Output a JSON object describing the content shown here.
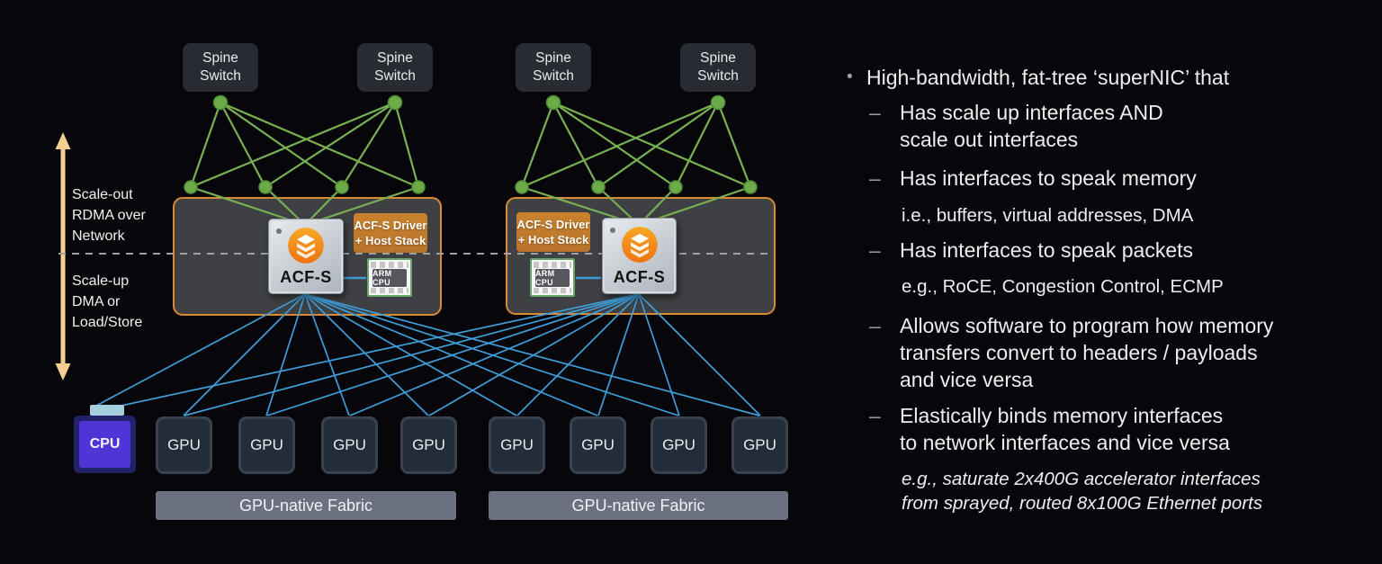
{
  "diagram": {
    "spine_switch_label": "Spine Switch",
    "scale_out_label_lines": [
      "Scale-out",
      "RDMA over",
      "Network"
    ],
    "scale_up_label_lines": [
      "Scale-up",
      "DMA or",
      "Load/Store"
    ],
    "clusters": [
      {
        "chip_label": "ACF-S",
        "driver_label_lines": [
          "ACF-S Driver",
          "+ Host Stack"
        ],
        "arm_cpu_label": "ARM CPU"
      },
      {
        "chip_label": "ACF-S",
        "driver_label_lines": [
          "ACF-S Driver",
          "+ Host Stack"
        ],
        "arm_cpu_label": "ARM CPU"
      }
    ],
    "cpu_label": "CPU",
    "gpu_labels": [
      "GPU",
      "GPU",
      "GPU",
      "GPU",
      "GPU",
      "GPU",
      "GPU",
      "GPU"
    ],
    "fabric_labels": [
      "GPU-native Fabric",
      "GPU-native Fabric"
    ],
    "colors": {
      "green_link": "#78b052",
      "blue_link": "#3f9dd8",
      "orange_border": "#d98a33",
      "driver_fill": "#c07b2f",
      "arrow_tan": "#f4ce92",
      "cpu_purple": "#5134d6",
      "fabric_gray": "#6b7180",
      "dashed_gray": "#a0a0a0"
    }
  },
  "panel": {
    "bullet_marker": "•",
    "dash_marker": "–",
    "heading": "High-bandwidth, fat-tree ‘superNIC’ that",
    "items": [
      {
        "style": "sub",
        "lines": [
          "Has scale up interfaces AND",
          "scale out interfaces"
        ]
      },
      {
        "style": "sub",
        "lines": [
          "Has interfaces to speak memory"
        ]
      },
      {
        "style": "note",
        "lines": [
          "i.e., buffers, virtual addresses, DMA"
        ]
      },
      {
        "style": "sub",
        "lines": [
          "Has interfaces to speak packets"
        ]
      },
      {
        "style": "note",
        "lines": [
          "e.g., RoCE, Congestion Control, ECMP"
        ]
      },
      {
        "style": "sub",
        "lines": [
          "Allows software to program how memory",
          "transfers convert to headers / payloads",
          "and vice versa"
        ]
      },
      {
        "style": "sub",
        "lines": [
          "Elastically binds memory interfaces",
          "to network interfaces and vice versa"
        ]
      },
      {
        "style": "note_italic",
        "lines": [
          "e.g., saturate 2x400G accelerator interfaces",
          "from sprayed, routed 8x100G Ethernet ports"
        ]
      }
    ]
  }
}
